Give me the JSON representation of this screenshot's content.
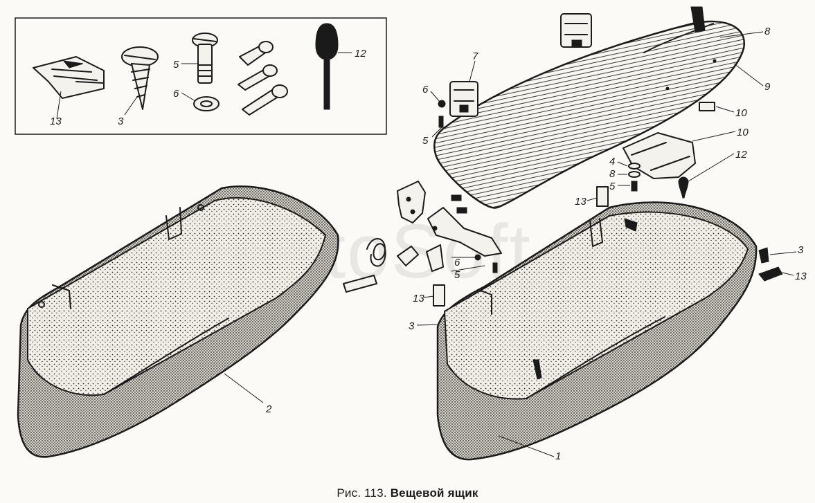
{
  "caption": {
    "prefix": "Рис. 113.",
    "title": "Вещевой ящик"
  },
  "watermark": "AutoSoft",
  "callouts": {
    "inset_13": "13",
    "inset_3": "3",
    "inset_5": "5",
    "inset_6": "6",
    "inset_12": "12",
    "lid_7": "7",
    "lid_6": "6",
    "lid_5": "5",
    "lid_8": "8",
    "lid_9": "9",
    "lid_10a": "10",
    "lid_10b": "10",
    "lid_12": "12",
    "lid_4": "4",
    "lid_8b": "8",
    "lid_5b": "5",
    "lid_13": "13",
    "mid_6": "6",
    "mid_5": "5",
    "mid_13": "13",
    "mid_3": "3",
    "right_3": "3",
    "right_13": "13",
    "box_2": "2",
    "box_1": "1"
  }
}
